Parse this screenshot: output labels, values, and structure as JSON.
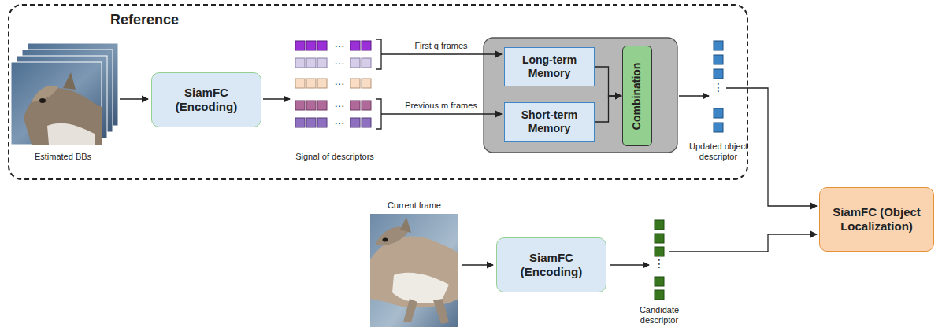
{
  "diagram": {
    "nodes": [
      {
        "text": [
          "Reference"
        ]
      },
      {
        "text": [
          "SiamFC (Encoding)"
        ],
        "in": 0
      },
      {
        "text": [
          "Long-term Memory"
        ],
        "in": 0
      },
      {
        "text": [
          "Short-term Memory"
        ],
        "in": 0
      },
      {
        "text": [
          "Combination"
        ],
        "in": 0
      },
      {
        "text": [
          "SiamFC (Encoding)"
        ]
      },
      {
        "text": [
          "SiamFC (Object Localization)"
        ]
      }
    ],
    "edges": [
      {
        "from": 2,
        "to": 4,
        "arrow": "to"
      },
      {
        "from": 3,
        "to": 4,
        "arrow": "to"
      }
    ],
    "labels": [
      "Estimated BBs",
      "Signal of descriptors",
      "First q frames",
      "Previous m frames",
      "Updated object descriptor",
      "Current frame",
      "Candidate descriptor",
      "…",
      "…",
      "…",
      "…",
      "…",
      "⋮",
      "⋮"
    ]
  }
}
